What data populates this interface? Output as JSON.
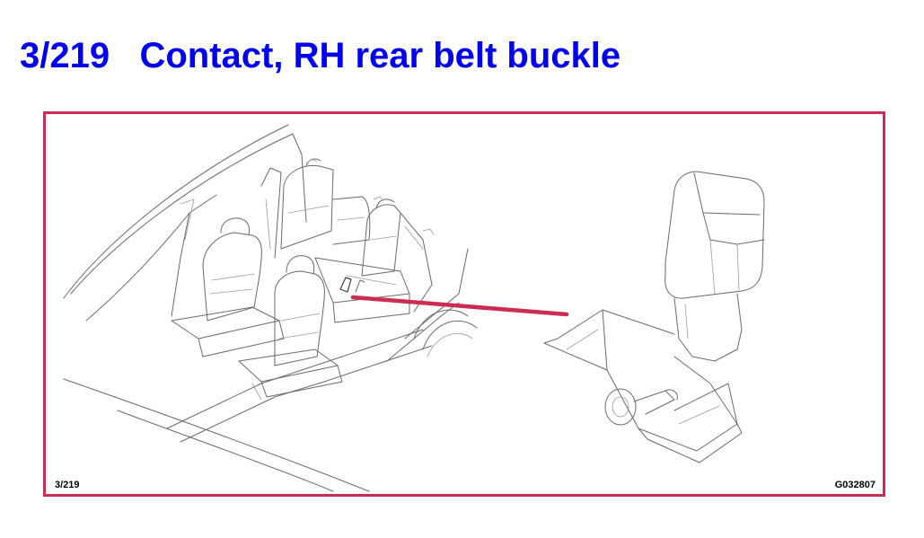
{
  "title": {
    "code": "3/219",
    "text": "Contact, RH rear belt buckle"
  },
  "figure": {
    "label_left": "3/219",
    "label_right": "G032807"
  },
  "colors": {
    "title": "#0000ee",
    "frame_border": "#cc2b52",
    "pointer_line": "#cc2b52",
    "line_art": "#6a6a6a"
  }
}
